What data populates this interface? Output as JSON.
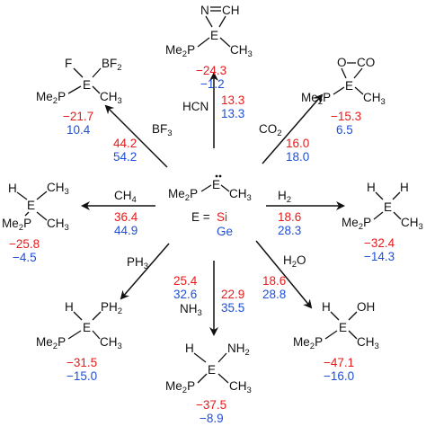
{
  "colors": {
    "si": "#e51b1b",
    "ge": "#1f4fd6",
    "ink": "#111111"
  },
  "center": {
    "label_eq": "E =",
    "label_si": "Si",
    "label_ge": "Ge"
  },
  "frag": {
    "me2p": "Me",
    "me2p_sub": "2",
    "p": "P",
    "ch": "CH",
    "ch_sub": "3",
    "e": "E",
    "h": "H"
  },
  "reactions": [
    {
      "id": "hcn",
      "reagent": "HCN",
      "barrier_si": "13.3",
      "barrier_ge": "13.3",
      "product_si": "−24.3",
      "product_ge": "−1.2"
    },
    {
      "id": "co2",
      "reagent": "CO",
      "reagent_sub": "2",
      "barrier_si": "16.0",
      "barrier_ge": "18.0",
      "product_si": "−15.3",
      "product_ge": "6.5"
    },
    {
      "id": "bf3",
      "reagent": "BF",
      "reagent_sub": "3",
      "barrier_si": "44.2",
      "barrier_ge": "54.2",
      "product_si": "−21.7",
      "product_ge": "10.4"
    },
    {
      "id": "ch4",
      "reagent": "CH",
      "reagent_sub": "4",
      "barrier_si": "36.4",
      "barrier_ge": "44.9",
      "product_si": "−25.8",
      "product_ge": "−4.5"
    },
    {
      "id": "h2",
      "reagent": "H",
      "reagent_sub": "2",
      "barrier_si": "18.6",
      "barrier_ge": "28.3",
      "product_si": "−32.4",
      "product_ge": "−14.3"
    },
    {
      "id": "ph3",
      "reagent": "PH",
      "reagent_sub": "3",
      "barrier_si": "25.4",
      "barrier_ge": "32.6",
      "product_si": "−31.5",
      "product_ge": "−15.0"
    },
    {
      "id": "nh3",
      "reagent": "NH",
      "reagent_sub": "3",
      "barrier_si": "22.9",
      "barrier_ge": "35.5",
      "product_si": "−37.5",
      "product_ge": "−8.9"
    },
    {
      "id": "h2o",
      "reagent": "H",
      "reagent_sub": "2",
      "reagent_tail": "O",
      "barrier_si": "18.6",
      "barrier_ge": "28.8",
      "product_si": "−47.1",
      "product_ge": "−16.0"
    }
  ],
  "atoms": {
    "hcn_ring": "N",
    "hcn_ch": "CH",
    "co2_o": "O",
    "co2_co": "CO",
    "bf3_f": "F",
    "bf3_bf": "BF",
    "bf3_bf_sub": "2",
    "ph3_ph": "PH",
    "ph3_ph_sub": "2",
    "nh3_nh": "NH",
    "nh3_nh_sub": "2",
    "h2o_oh": "OH"
  }
}
